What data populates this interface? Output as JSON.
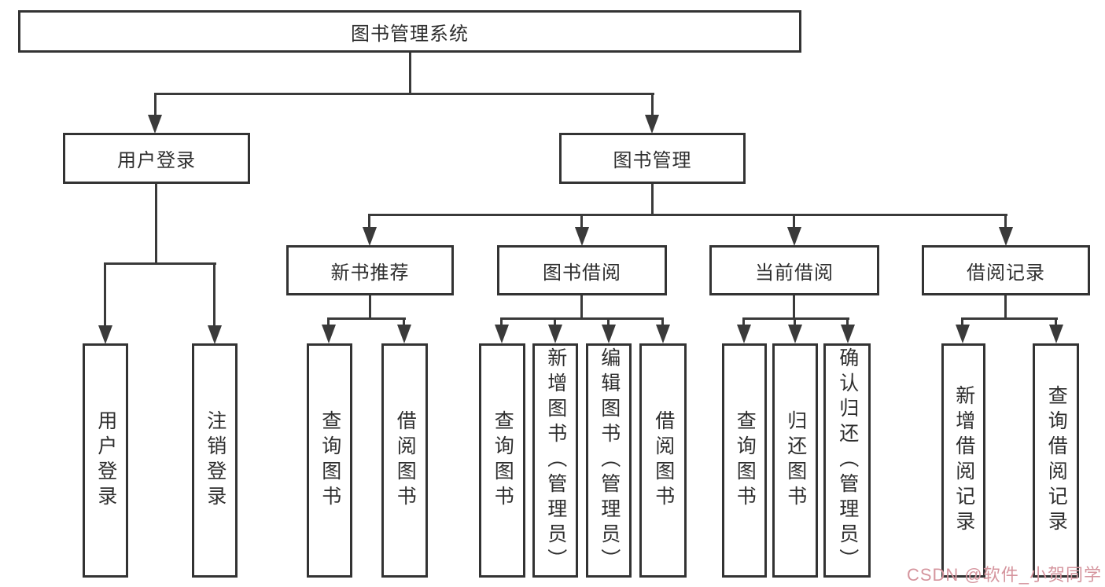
{
  "diagram_title": "图书管理系统",
  "colors": {
    "line": "#3a3a3a",
    "box_border": "#333333",
    "text": "#2e2e2e",
    "watermark": "#d5959e",
    "background": "#ffffff"
  },
  "tree": {
    "root": {
      "label": "图书管理系统"
    },
    "branches": [
      {
        "label": "用户登录",
        "children": [
          {
            "label": "用户登录"
          },
          {
            "label": "注销登录"
          }
        ]
      },
      {
        "label": "图书管理",
        "children": [
          {
            "label": "新书推荐",
            "children": [
              {
                "label": "查询图书"
              },
              {
                "label": "借阅图书"
              }
            ]
          },
          {
            "label": "图书借阅",
            "children": [
              {
                "label": "查询图书"
              },
              {
                "label": "新增图书（管理员）"
              },
              {
                "label": "编辑图书（管理员）"
              },
              {
                "label": "借阅图书"
              }
            ]
          },
          {
            "label": "当前借阅",
            "children": [
              {
                "label": "查询图书"
              },
              {
                "label": "归还图书"
              },
              {
                "label": "确认归还（管理员）"
              }
            ]
          },
          {
            "label": "借阅记录",
            "children": [
              {
                "label": "新增借阅记录"
              },
              {
                "label": "查询借阅记录"
              }
            ]
          }
        ]
      }
    ]
  },
  "watermark": {
    "text": "CSDN @软件_小贺同学"
  }
}
